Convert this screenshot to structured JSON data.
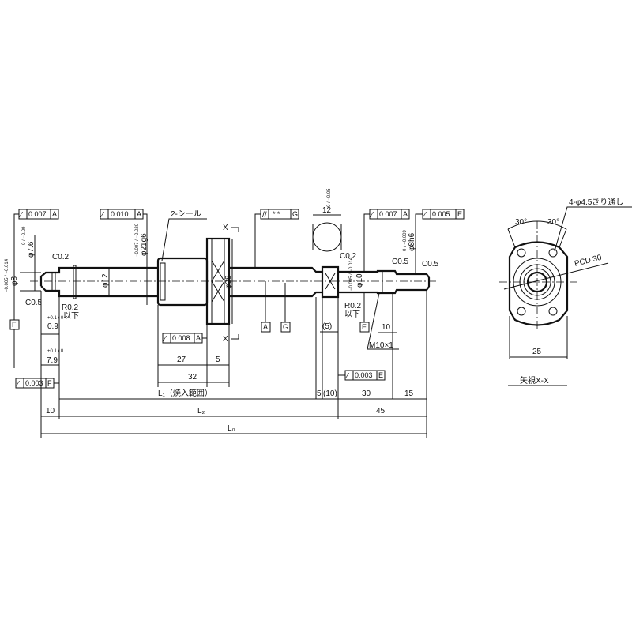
{
  "gdt": {
    "f1": {
      "symbol": "runout",
      "value": "0.007",
      "datum": "A"
    },
    "f2": {
      "symbol": "runout",
      "value": "0.010",
      "datum": "A"
    },
    "f3": {
      "symbol": "parallelism",
      "value": "* *",
      "datum": "G"
    },
    "f4": {
      "symbol": "runout",
      "value": "0.007",
      "datum": "A"
    },
    "f5": {
      "symbol": "runout",
      "value": "0.005",
      "datum": "E"
    },
    "f6": {
      "symbol": "runout",
      "value": "0.008",
      "datum": "A"
    },
    "f7": {
      "symbol": "runout",
      "value": "0.003",
      "datum": "F"
    },
    "f8": {
      "symbol": "runout",
      "value": "0.003",
      "datum": "E"
    }
  },
  "datums": {
    "F": "F",
    "A": "A",
    "G": "G",
    "E": "E"
  },
  "labels": {
    "seal": "2-シール",
    "phi8": "φ8",
    "phi8_tol": "−0.005 / −0.014",
    "phi76": "φ7.6",
    "phi76_tol": "0 / −0.09",
    "c02_left": "C0.2",
    "c05_left": "C0.5",
    "r02_left": "R0.2",
    "ika_left": "以下",
    "d09": "0.9",
    "d09_tol": "+0.1 / 0",
    "d79": "7.9",
    "d79_tol": "+0.1 / 0",
    "phi12": "φ12",
    "phi21": "φ21g6",
    "phi21_tol": "−0.007 / −0.020",
    "phi38": "φ38",
    "x_top": "X",
    "x_bottom": "X",
    "d27": "27",
    "d5a": "5",
    "d32": "32",
    "width12": "12",
    "width12_tol": "0 / −0.05",
    "c02_right": "C0.2",
    "r02_right": "R0.2",
    "ika_right": "以下",
    "phi10": "φ10",
    "phi10_tol": "−0.005 / −0.014",
    "phi8h6": "φ8h6",
    "phi8h6_tol": "0 / −0.009",
    "c05_a": "C0.5",
    "c05_b": "C0.5",
    "d5b": "(5)",
    "d10": "10",
    "thread": "M10×1",
    "L1": "L₁（焼入範囲）",
    "d5c": "5",
    "d10p": "(10)",
    "d30": "30",
    "d15": "15",
    "d10b": "10",
    "L2": "L₂",
    "d45": "45",
    "L0": "L₀",
    "holes": "4-φ4.5きり通し",
    "ang1": "30°",
    "ang2": "30°",
    "pcd": "PCD 30",
    "d25": "25",
    "view": "矢視X-X"
  }
}
